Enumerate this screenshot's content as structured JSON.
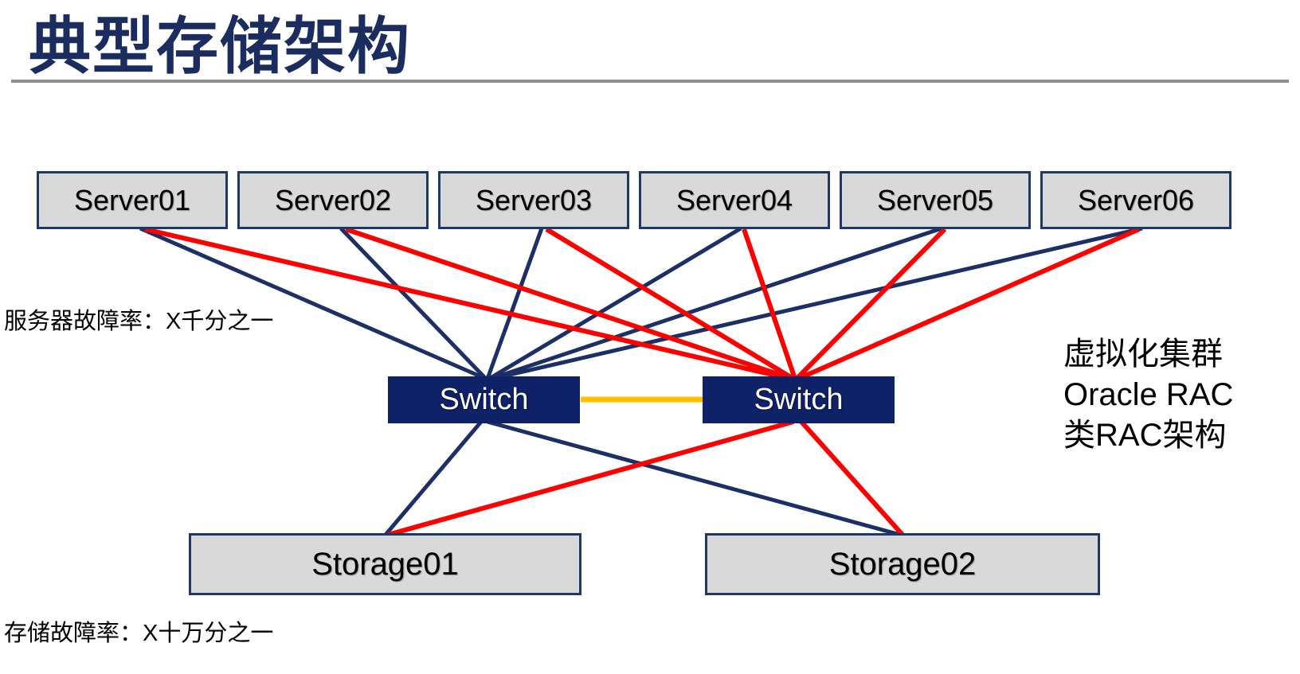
{
  "title": "典型存储架构",
  "servers": [
    {
      "label": "Server01"
    },
    {
      "label": "Server02"
    },
    {
      "label": "Server03"
    },
    {
      "label": "Server04"
    },
    {
      "label": "Server05"
    },
    {
      "label": "Server06"
    }
  ],
  "switches": [
    {
      "label": "Switch"
    },
    {
      "label": "Switch"
    }
  ],
  "storages": [
    {
      "label": "Storage01"
    },
    {
      "label": "Storage02"
    }
  ],
  "annotations": {
    "server_failure_rate": "服务器故障率：X千分之一",
    "storage_failure_rate": "存储故障率：X十万分之一",
    "cluster_note_lines": [
      "虚拟化集群",
      "Oracle RAC",
      "类RAC架构"
    ]
  },
  "edges": [
    {
      "from": "Server01",
      "to": "Switch-A",
      "color": "navy"
    },
    {
      "from": "Server02",
      "to": "Switch-A",
      "color": "navy"
    },
    {
      "from": "Server03",
      "to": "Switch-A",
      "color": "navy"
    },
    {
      "from": "Server04",
      "to": "Switch-A",
      "color": "navy"
    },
    {
      "from": "Server05",
      "to": "Switch-A",
      "color": "navy"
    },
    {
      "from": "Server06",
      "to": "Switch-A",
      "color": "navy"
    },
    {
      "from": "Server01",
      "to": "Switch-B",
      "color": "red"
    },
    {
      "from": "Server02",
      "to": "Switch-B",
      "color": "red"
    },
    {
      "from": "Server03",
      "to": "Switch-B",
      "color": "red"
    },
    {
      "from": "Server04",
      "to": "Switch-B",
      "color": "red"
    },
    {
      "from": "Server05",
      "to": "Switch-B",
      "color": "red"
    },
    {
      "from": "Server06",
      "to": "Switch-B",
      "color": "red"
    },
    {
      "from": "Switch-A",
      "to": "Switch-B",
      "color": "yellow"
    },
    {
      "from": "Switch-A",
      "to": "Storage01",
      "color": "navy"
    },
    {
      "from": "Switch-A",
      "to": "Storage02",
      "color": "navy"
    },
    {
      "from": "Switch-B",
      "to": "Storage01",
      "color": "red"
    },
    {
      "from": "Switch-B",
      "to": "Storage02",
      "color": "red"
    }
  ],
  "colors": {
    "title_color": "#1b2c5f",
    "navy": "#1f3864",
    "navy_line": "#1c2f66",
    "red_line": "#fe0000",
    "yellow_line": "#ffc000",
    "box_fill": "#d9d9d9",
    "switch_fill": "#0f2167",
    "divider": "#8f8f8f",
    "text_black": "#000000"
  }
}
